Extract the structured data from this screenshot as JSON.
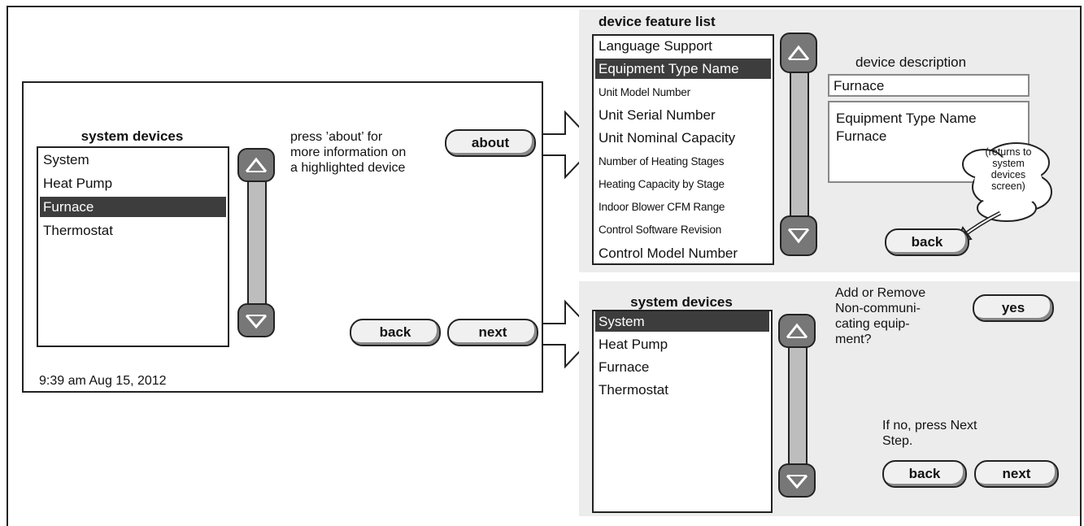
{
  "left_screen": {
    "heading": "system devices",
    "devices": [
      "System",
      "Heat Pump",
      "Furnace",
      "Thermostat"
    ],
    "selected_index": 2,
    "instruction": [
      "press ’about’ for",
      "more information on",
      "a highlighted device"
    ],
    "about_label": "about",
    "back_label": "back",
    "next_label": "next",
    "timestamp": "9:39 am Aug 15, 2012"
  },
  "feature_screen": {
    "heading": "device feature list",
    "features": [
      "Language Support",
      "Equipment Type Name",
      "Unit Model Number",
      "Unit Serial Number",
      "Unit Nominal Capacity",
      "Number of Heating Stages",
      "Heating Capacity by Stage",
      "Indoor Blower CFM Range",
      "Control Software Revision",
      "Control Model Number"
    ],
    "selected_index": 1,
    "description_label": "device description",
    "description_value": "Furnace",
    "description_text": [
      "Equipment Type Name",
      "Furnace"
    ],
    "callout": [
      "(returns to",
      "system",
      "devices",
      "screen)"
    ],
    "back_label": "back"
  },
  "add_screen": {
    "heading": "system devices",
    "devices": [
      "System",
      "Heat Pump",
      "Furnace",
      "Thermostat"
    ],
    "selected_index": 0,
    "question": [
      "Add or Remove",
      "Non-communi-",
      "cating equip-",
      "ment?"
    ],
    "yes_label": "yes",
    "if_no": [
      "If no, press Next",
      "Step."
    ],
    "back_label": "back",
    "next_label": "next"
  },
  "colors": {
    "highlight": "#3d3d3d",
    "panel": "#ececec",
    "scroll": "#bdbdbd"
  }
}
